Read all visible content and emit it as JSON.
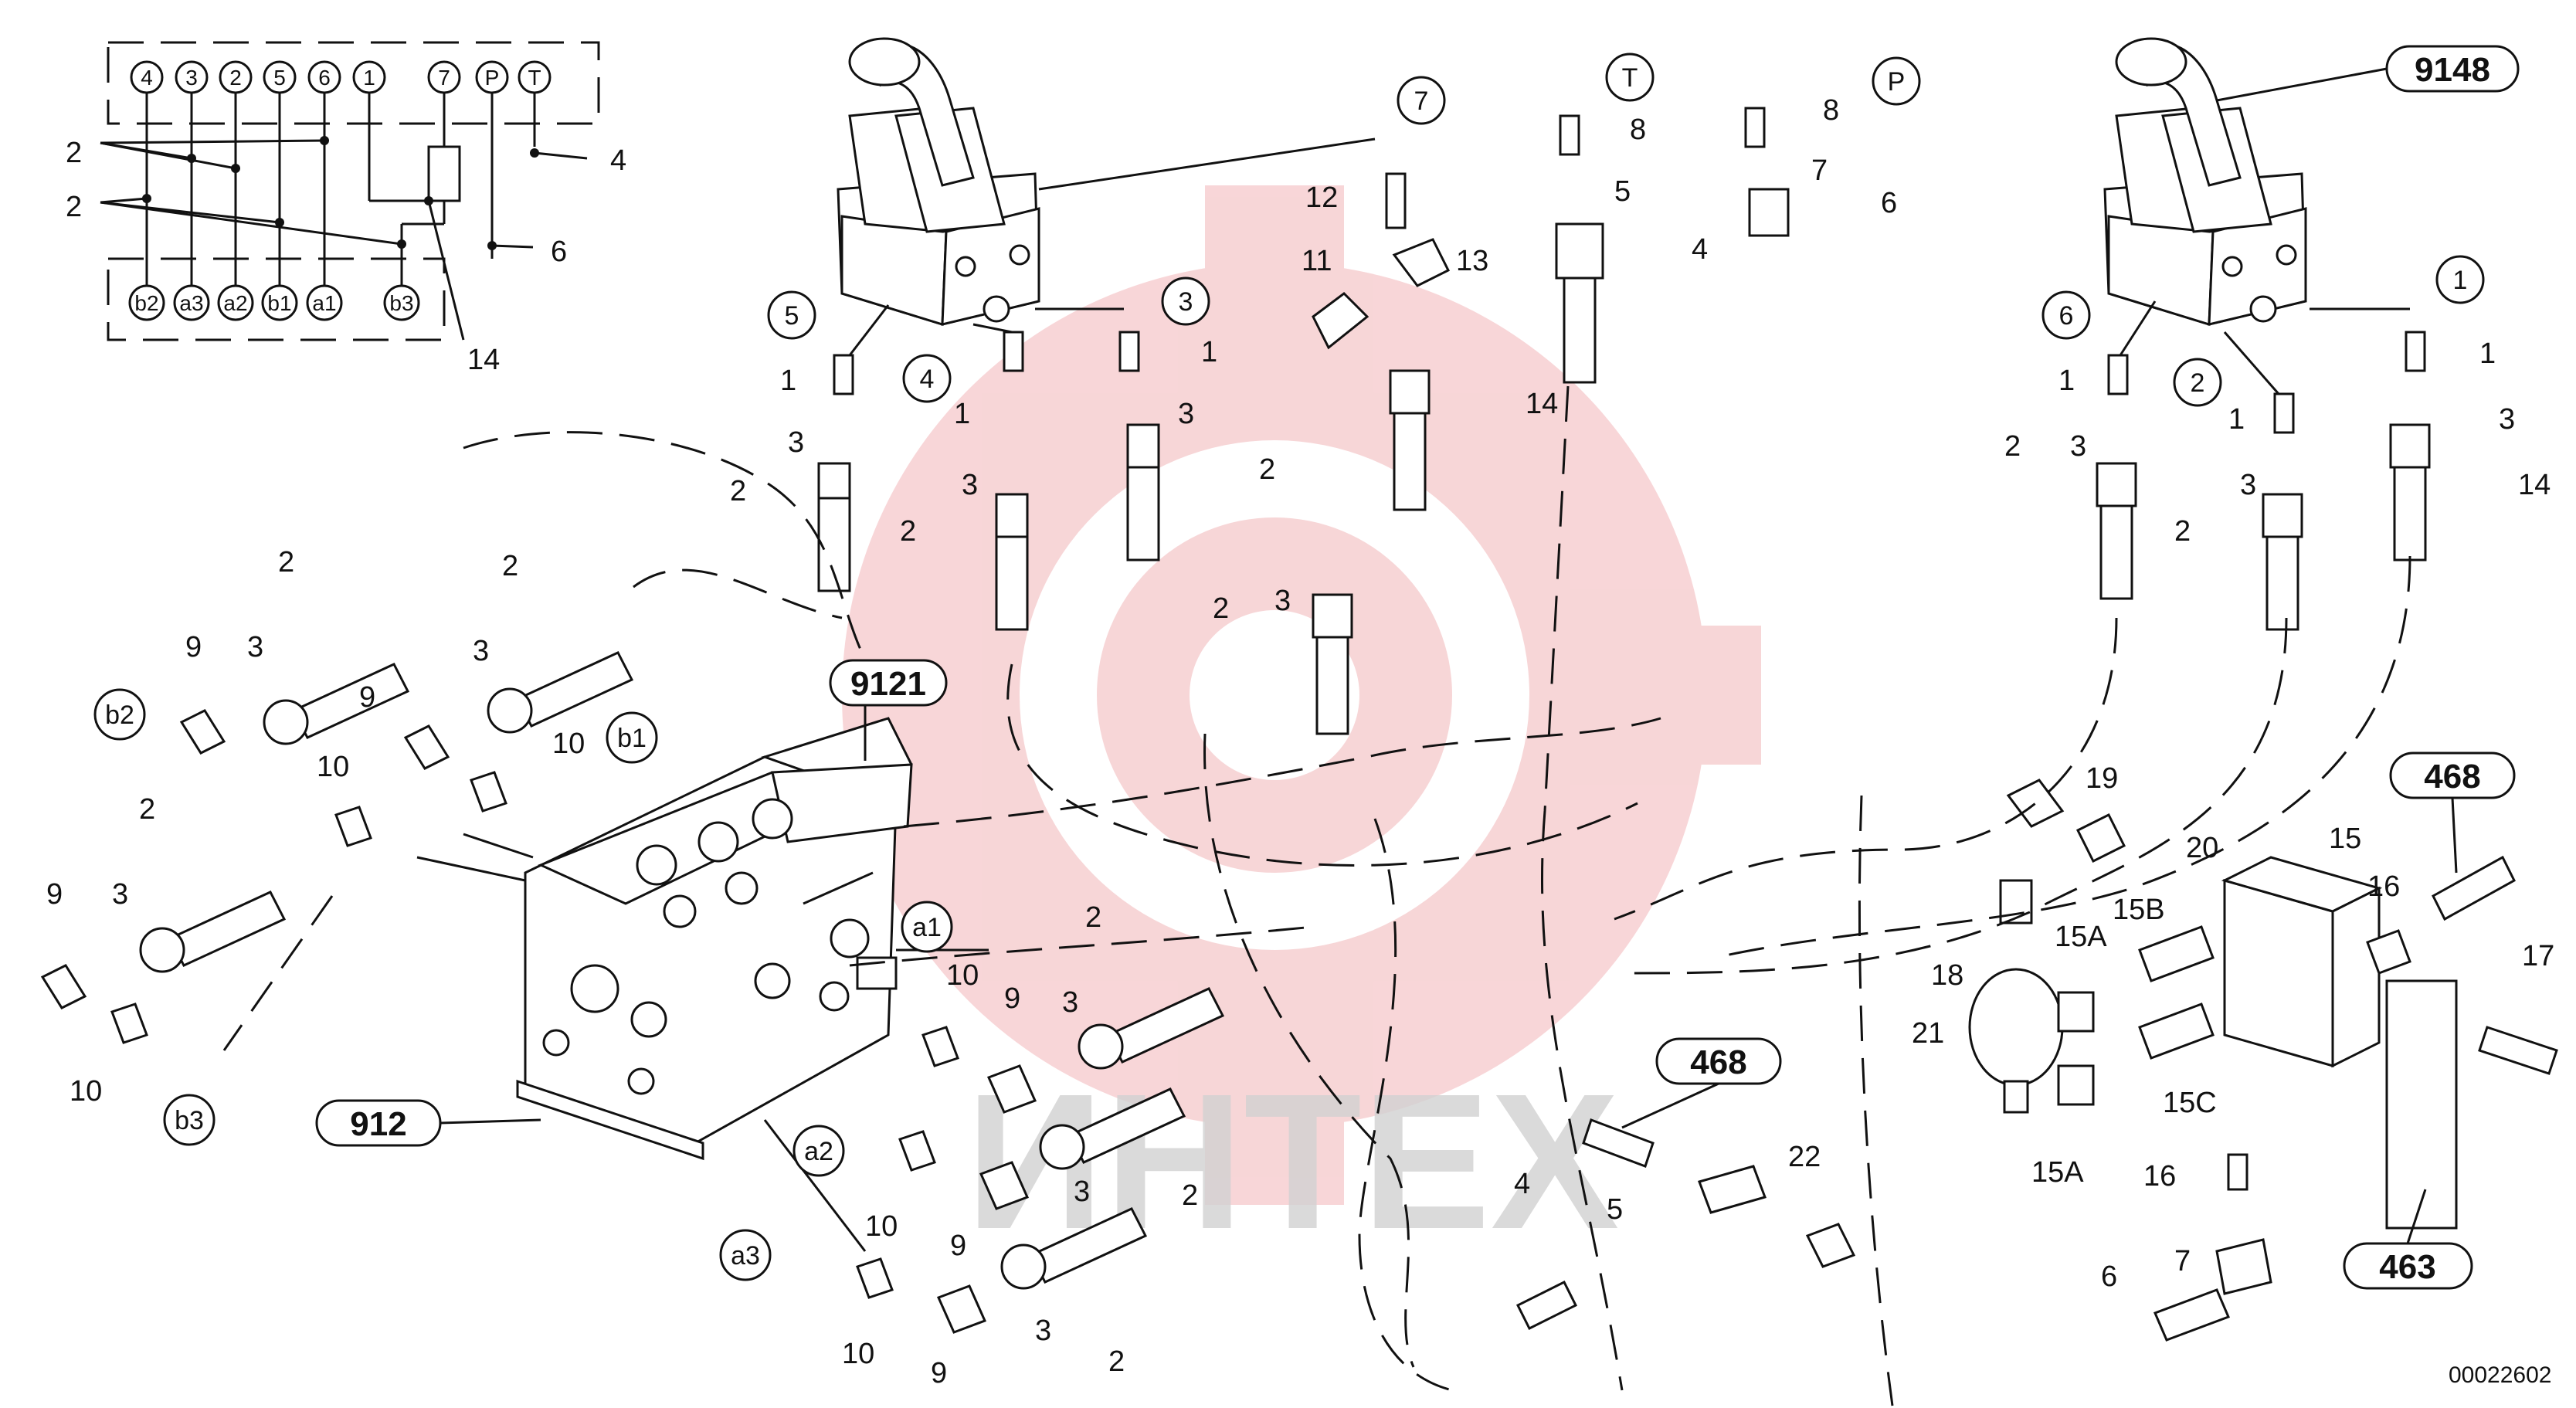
{
  "colors": {
    "line": "#111111",
    "watermark": "#f2b5b8",
    "watermark_text": "#cfcfcf",
    "background": "#ffffff"
  },
  "doc_number": "00022602",
  "watermark": {
    "text": "ИНТЕХ"
  },
  "refs": {
    "r9121": "9121",
    "r9148": "9148",
    "r912": "912",
    "r468a": "468",
    "r468b": "468",
    "r463": "463"
  },
  "schematic": {
    "top_ports": [
      "4",
      "3",
      "2",
      "5",
      "6",
      "1",
      "7",
      "P",
      "T"
    ],
    "bottom_ports": [
      "b2",
      "a3",
      "a2",
      "b1",
      "a1",
      "b3"
    ],
    "labels": {
      "l2a": "2",
      "l2b": "2",
      "l4": "4",
      "l6": "6",
      "l14": "14"
    }
  },
  "bubbles": {
    "b7": "7",
    "bT": "T",
    "bP": "P",
    "b5": "5",
    "b4": "4",
    "b3": "3",
    "b6": "6",
    "b2": "2",
    "b1": "1",
    "bb2": "b2",
    "bb1": "b1",
    "bb3": "b3",
    "ba1": "a1",
    "ba2": "a2",
    "ba3": "a3"
  },
  "labels": {
    "c1": "1",
    "c2": "1",
    "c3": "1",
    "c4": "3",
    "c5": "3",
    "c6": "3",
    "c7": "2",
    "c8": "2",
    "c9": "2",
    "m12": "12",
    "m11": "11",
    "m13": "13",
    "m14": "14",
    "m3": "3",
    "m2": "2",
    "t8": "8",
    "t5": "5",
    "t4": "4",
    "p8": "8",
    "p7": "7",
    "p6": "6",
    "r1a": "1",
    "r1b": "1",
    "r1c": "1",
    "r3a": "3",
    "r3b": "3",
    "r3c": "3",
    "r2a": "2",
    "r2b": "2",
    "r14": "14",
    "v2a": "2",
    "v3a": "3",
    "v9a": "9",
    "v10a": "10",
    "v2b": "2",
    "v3b": "3",
    "v9b": "9",
    "v10b": "10",
    "v2c": "2",
    "v3c": "3",
    "v9c": "9",
    "v10c": "10",
    "a10": "10",
    "a9": "9",
    "a3": "3",
    "a2": "2",
    "d10": "10",
    "d9": "9",
    "d3": "3",
    "d2": "2",
    "e10": "10",
    "e9": "9",
    "e3": "3",
    "e2": "2",
    "h4": "4",
    "h5": "5",
    "h22": "22",
    "s19": "19",
    "s20": "20",
    "s15": "15",
    "s16a": "16",
    "s18": "18",
    "s15A1": "15A",
    "s15B": "15B",
    "s21": "21",
    "s15C": "15C",
    "s15A2": "15A",
    "s16b": "16",
    "s17": "17",
    "s7": "7",
    "s6": "6"
  }
}
